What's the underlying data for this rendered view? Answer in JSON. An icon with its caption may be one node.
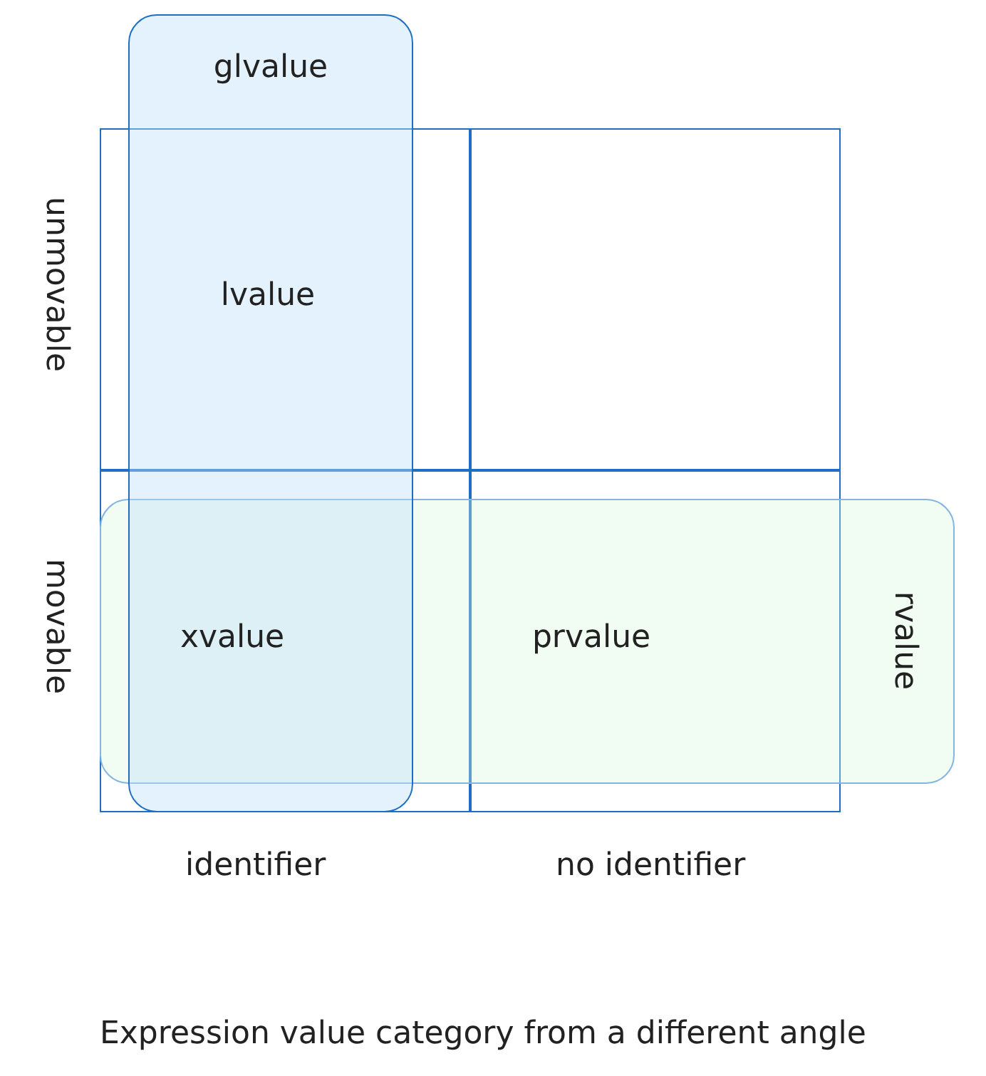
{
  "diagram": {
    "caption": "Expression value category from a different angle",
    "nodes": [
      {
        "text": [
          "glvalue"
        ]
      },
      {
        "text": [
          "rvalue"
        ]
      },
      {
        "text": [
          "lvalue"
        ]
      },
      {
        "text": [],
        "shape": "box"
      },
      {
        "text": [
          "xvalue"
        ]
      },
      {
        "text": [
          "prvalue"
        ]
      }
    ],
    "labels": [
      "unmovable",
      "movable",
      "identifier",
      "no identifier"
    ]
  }
}
